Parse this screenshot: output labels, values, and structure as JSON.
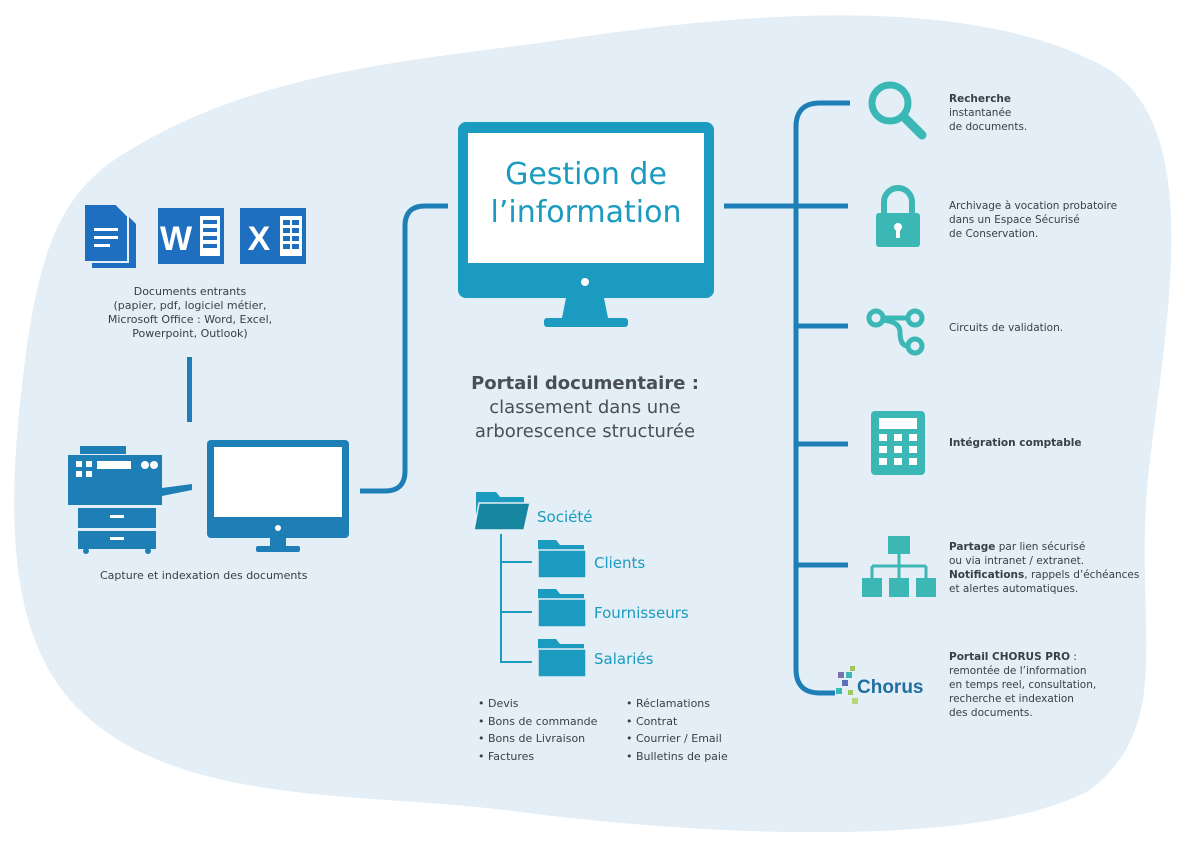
{
  "left": {
    "doc_caption": [
      "Documents entrants",
      "(papier, pdf, logiciel métier,",
      "Microsoft Office : Word, Excel,",
      "Powerpoint, Outlook)"
    ],
    "capture_caption": "Capture et indexation des documents"
  },
  "center": {
    "monitor_title_line1": "Gestion de",
    "monitor_title_line2": "l’information",
    "portal_bold": "Portail documentaire :",
    "portal_line2": "classement dans une",
    "portal_line3": "arborescence structurée",
    "folders": {
      "root": "Société",
      "children": [
        "Clients",
        "Fournisseurs",
        "Salariés"
      ]
    },
    "bullets_left": [
      "• Devis",
      "• Bons de commande",
      "• Bons de Livraison",
      "• Factures"
    ],
    "bullets_right": [
      "• Réclamations",
      "• Contrat",
      "• Courrier / Email",
      "• Bulletins de paie"
    ]
  },
  "features": {
    "search": {
      "bold": "Recherche",
      "lines": [
        "instantanée",
        "de documents."
      ]
    },
    "archive": {
      "lines": [
        "Archivage à vocation probatoire",
        "dans un Espace Sécurisé",
        "de Conservation."
      ]
    },
    "workflow": {
      "text": "Circuits de validation."
    },
    "accounting": {
      "bold": "Intégration comptable"
    },
    "sharing": {
      "bold1": "Partage",
      "rest1": " par lien sécurisé",
      "line2": "ou via intranet / extranet.",
      "bold3": "Notifications",
      "rest3": ", rappels d’échéances",
      "line4": "et alertes automatiques."
    },
    "chorus": {
      "bold": "Portail CHORUS PRO",
      "rest": " :",
      "lines": [
        "remontée de l’information",
        "en temps reel, consultation,",
        "recherche et indexation",
        "des documents."
      ],
      "logo_text": "Chorus"
    }
  },
  "icons": {
    "word_letter": "W",
    "excel_letter": "X"
  },
  "colors": {
    "blob": "#e3eef6",
    "primary": "#1a9bbf",
    "line": "#1f8fb5",
    "teal": "#3bb8b6",
    "device_blue": "#1e7fb6",
    "office_blue": "#1f6fc0"
  }
}
